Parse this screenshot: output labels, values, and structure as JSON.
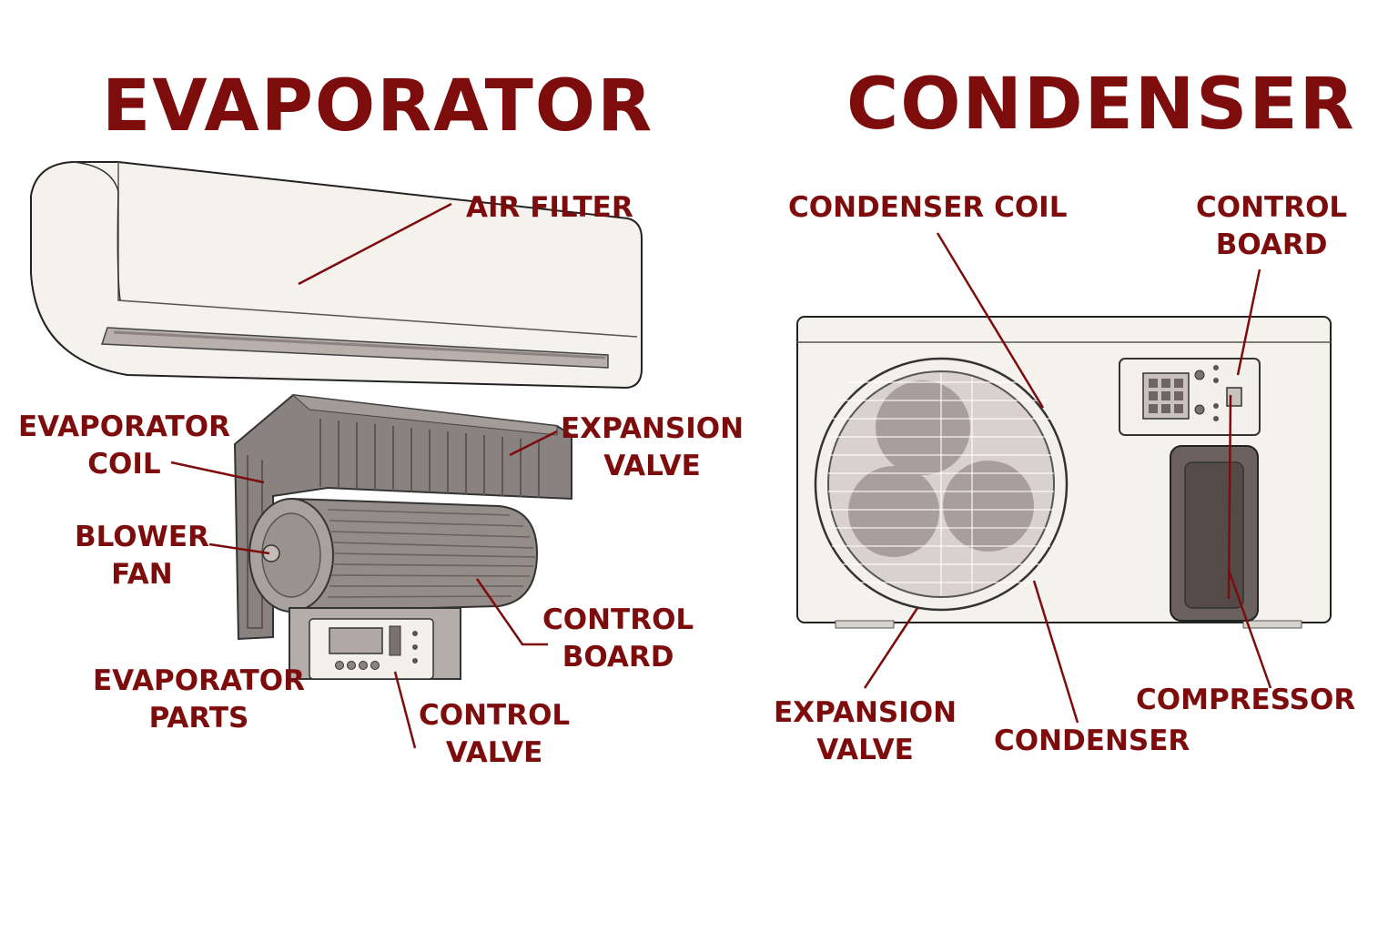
{
  "titles": {
    "evaporator": "EVAPORATOR",
    "condenser": "CONDENSER"
  },
  "labels": {
    "air_filter": "AIR FILTER",
    "evap_coil": [
      "EVAPORATOR",
      "COIL"
    ],
    "blower_fan": [
      "BLOWER",
      "FAN"
    ],
    "evap_parts": [
      "EVAPORATOR",
      "PARTS"
    ],
    "evap_expansion_valve": [
      "EXPANSION",
      "VALVE"
    ],
    "evap_control_board": [
      "CONTROL",
      "BOARD"
    ],
    "control_valve": [
      "CONTROL",
      "VALVE"
    ],
    "condenser_coil": "CONDENSER COIL",
    "cond_control_board": [
      "CONTROL",
      "BOARD"
    ],
    "cond_expansion_valve": [
      "EXPANSION",
      "VALVE"
    ],
    "condenser": "CONDENSER",
    "compressor": "COMPRESSOR"
  },
  "colors": {
    "label": "#7d0c0c",
    "leader": "#7d0c0c",
    "unit_body": "#f4f1ec",
    "evaporator_metal": "#8a8280",
    "compressor": "#6b615e"
  }
}
